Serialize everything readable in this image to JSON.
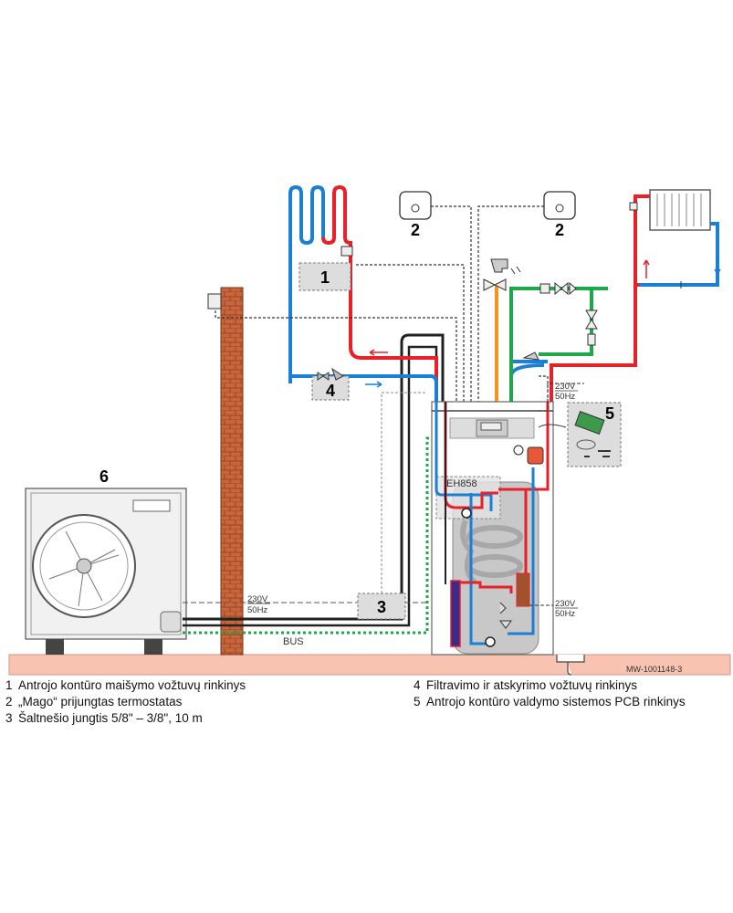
{
  "colors": {
    "flow": "#e8202a",
    "return": "#1b7fd4",
    "cold_water": "#1ea84b",
    "hot_water": "#f7941d",
    "refrigerant": "#222222",
    "floor": "#f8c4b1",
    "brick": "#c9653b",
    "bus": "#1ea84b"
  },
  "callouts": {
    "c1": "1",
    "c2a": "2",
    "c2b": "2",
    "c3": "3",
    "c4": "4",
    "c5": "5",
    "c6": "6"
  },
  "power": {
    "v": "230V",
    "hz": "50Hz"
  },
  "bus_label": "BUS",
  "module_label": "EH858",
  "ref_code": "MW-1001148-3",
  "legend": [
    {
      "num": "1",
      "text": "Antrojo kontūro maišymo vožtuvų rinkinys"
    },
    {
      "num": "2",
      "text": "„Mago“ prijungtas termostatas"
    },
    {
      "num": "3",
      "text": "Šaltnešio jungtis 5/8\" – 3/8\", 10 m"
    },
    {
      "num": "4",
      "text": "Filtravimo ir atskyrimo vožtuvų rinkinys"
    },
    {
      "num": "5",
      "text": "Antrojo kontūro valdymo sistemos PCB rinkinys"
    }
  ]
}
